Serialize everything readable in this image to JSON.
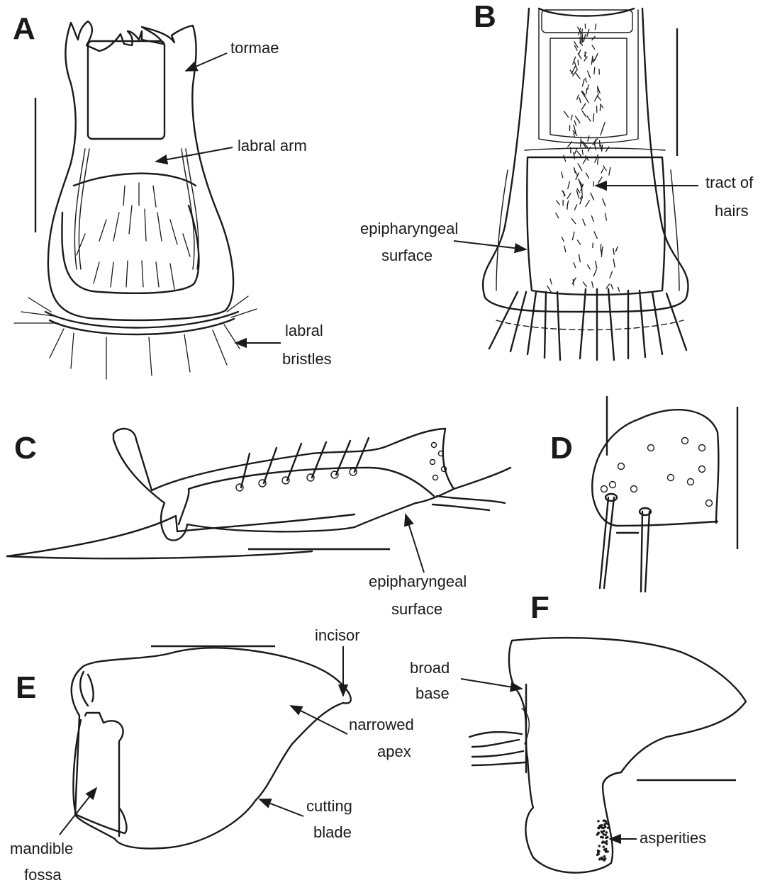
{
  "panels": {
    "A": {
      "letter": "A",
      "labels": {
        "tormae": "tormae",
        "labral_arm": "labral arm",
        "labral_bristles_l1": "labral",
        "labral_bristles_l2": "bristles"
      }
    },
    "B": {
      "letter": "B",
      "labels": {
        "tract_l1": "tract of",
        "tract_l2": "hairs",
        "epi_l1": "epipharyngeal",
        "epi_l2": "surface"
      }
    },
    "C": {
      "letter": "C",
      "labels": {
        "epi_l1": "epipharyngeal",
        "epi_l2": "surface"
      }
    },
    "D": {
      "letter": "D"
    },
    "E": {
      "letter": "E",
      "labels": {
        "incisor": "incisor",
        "narrowed_l1": "narrowed",
        "narrowed_l2": "apex",
        "cutting_l1": "cutting",
        "cutting_l2": "blade",
        "fossa_l1": "mandible",
        "fossa_l2": "fossa"
      }
    },
    "F": {
      "letter": "F",
      "labels": {
        "broad_l1": "broad",
        "broad_l2": "base",
        "asperities": "asperities"
      }
    }
  },
  "colors": {
    "ink": "#1a1a1a",
    "background": "#ffffff"
  }
}
